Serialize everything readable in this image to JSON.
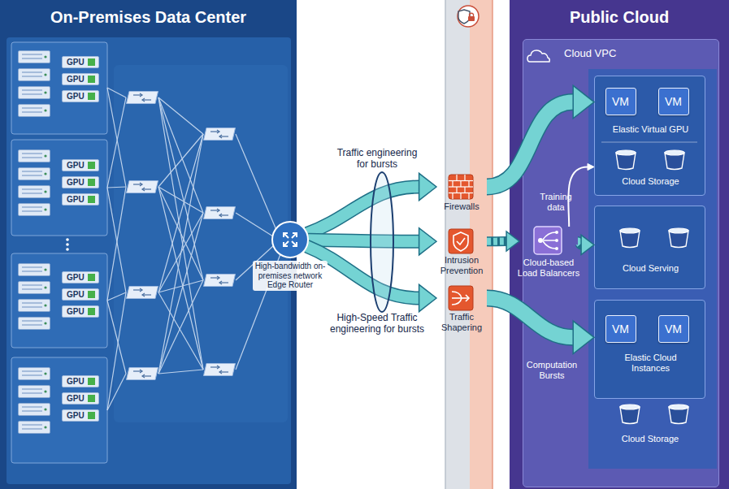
{
  "diagram": {
    "nodes": [
      {
        "text": [
          "On-Premises Data Center"
        ]
      },
      {
        "text": [
          "GPU"
        ],
        "in": 0
      },
      {
        "text": [
          "GPU"
        ],
        "in": 0
      },
      {
        "text": [
          "GPU"
        ],
        "in": 0
      },
      {
        "text": [
          "GPU"
        ],
        "in": 0
      },
      {
        "text": [
          "GPU"
        ],
        "in": 0
      },
      {
        "text": [
          "GPU"
        ],
        "in": 0
      },
      {
        "text": [
          "GPU"
        ],
        "in": 0
      },
      {
        "text": [
          "GPU"
        ],
        "in": 0
      },
      {
        "text": [
          "GPU"
        ],
        "in": 0
      },
      {
        "text": [
          "GPU"
        ],
        "in": 0
      },
      {
        "text": [
          "GPU"
        ],
        "in": 0
      },
      {
        "text": [
          "GPU"
        ],
        "in": 0
      },
      {
        "text": [
          "High-bandwidth on-premises network Edge Router"
        ],
        "in": 0
      },
      {
        "text": [
          "Firewalls"
        ]
      },
      {
        "text": [
          "Intrusion Prevention"
        ]
      },
      {
        "text": [
          "Traffic Shapering"
        ]
      },
      {
        "text": [
          "Public Cloud"
        ]
      },
      {
        "text": [
          "Cloud VPC"
        ],
        "in": 17
      },
      {
        "text": [
          "Elastic Virtual GPU",
          "Cloud Storage"
        ],
        "in": 18
      },
      {
        "text": [
          "VM"
        ],
        "in": 19
      },
      {
        "text": [
          "VM"
        ],
        "in": 19
      },
      {
        "text": [
          "Cloud-based Load Balancers"
        ],
        "in": 18
      },
      {
        "text": [
          "Cloud Serving"
        ],
        "in": 18
      },
      {
        "text": [
          "Elastic Cloud Instances"
        ],
        "in": 18
      },
      {
        "text": [
          "VM"
        ],
        "in": 24
      },
      {
        "text": [
          "VM"
        ],
        "in": 24
      }
    ],
    "edges": [
      {
        "from": 13,
        "to": 14,
        "arrow": "to"
      },
      {
        "from": 13,
        "to": 15,
        "arrow": "to"
      },
      {
        "from": 13,
        "to": 16,
        "arrow": "to"
      },
      {
        "from": 14,
        "to": 19,
        "arrow": "to"
      },
      {
        "from": 15,
        "to": 22,
        "arrow": "to"
      },
      {
        "from": 22,
        "to": 23,
        "arrow": "to"
      },
      {
        "from": 16,
        "to": 24,
        "arrow": "to",
        "label": "Computation Bursts"
      },
      {
        "from": 22,
        "to": 19,
        "arrow": "to",
        "label": "Training data"
      }
    ],
    "labels": [
      "Traffic engineering for bursts",
      "High-Speed Traffic engineering for bursts",
      "Cloud Storage"
    ]
  }
}
